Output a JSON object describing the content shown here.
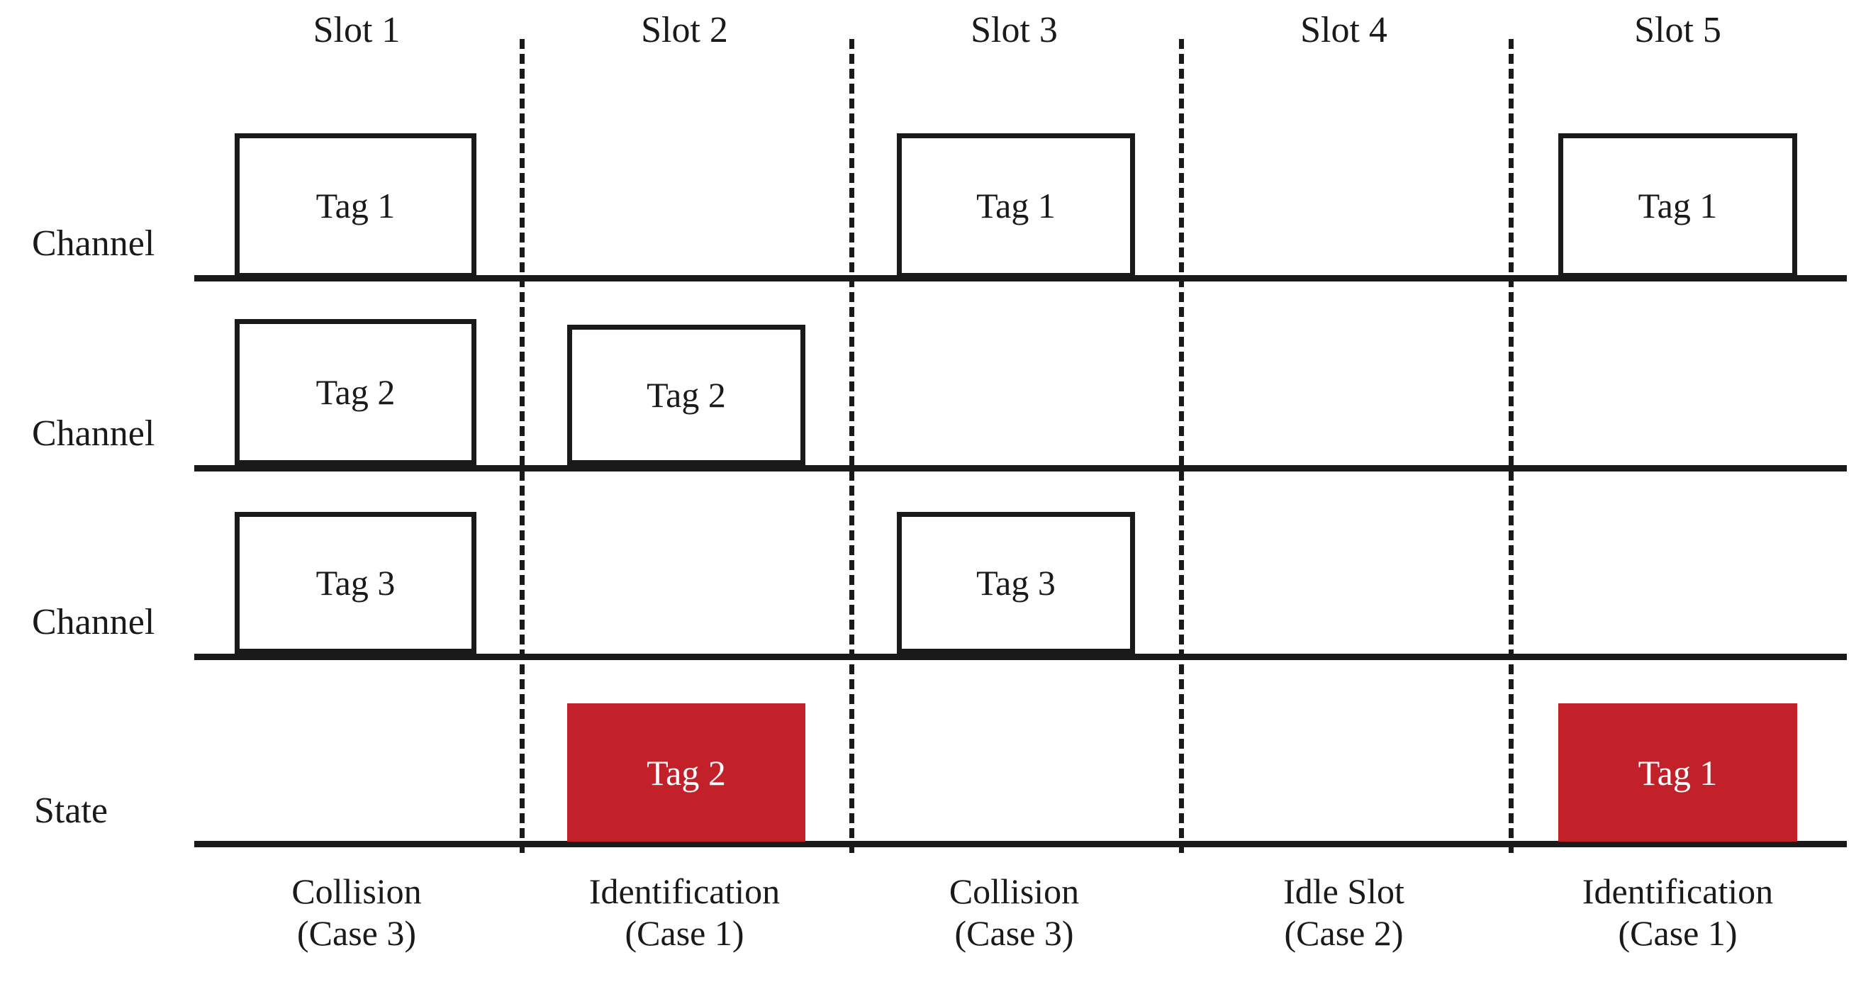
{
  "figure": {
    "type": "timing-diagram",
    "title": "",
    "accent_color": "#C2212A",
    "line_color": "#1A1A1A",
    "background": "#FFFFFF"
  },
  "slots": [
    {
      "header": "Slot 1"
    },
    {
      "header": "Slot 2"
    },
    {
      "header": "Slot 3"
    },
    {
      "header": "Slot 4"
    },
    {
      "header": "Slot 5"
    }
  ],
  "rows": [
    {
      "label": "Channel"
    },
    {
      "label": "Channel"
    },
    {
      "label": "Channel"
    },
    {
      "label": "State"
    }
  ],
  "pulses": {
    "ch1_slot1": "Tag 1",
    "ch1_slot3": "Tag 1",
    "ch1_slot5": "Tag 1",
    "ch2_slot1": "Tag 2",
    "ch2_slot2": "Tag 2",
    "ch3_slot1": "Tag 3",
    "ch3_slot3": "Tag 3",
    "state_slot2": "Tag 2",
    "state_slot5": "Tag 1"
  },
  "captions": [
    {
      "main": "Collision",
      "sub": "(Case 3)"
    },
    {
      "main": "Identification",
      "sub": "(Case 1)"
    },
    {
      "main": "Collision",
      "sub": "(Case 3)"
    },
    {
      "main": "Idle Slot",
      "sub": "(Case 2)"
    },
    {
      "main": "Identification",
      "sub": "(Case 1)"
    }
  ],
  "chart_data": {
    "type": "timing-diagram",
    "title": "",
    "xlabel": "",
    "ylabel": "",
    "categories": [
      "Slot 1",
      "Slot 2",
      "Slot 3",
      "Slot 4",
      "Slot 5"
    ],
    "series": [
      {
        "name": "Channel",
        "values": [
          "Tag 1",
          "",
          "Tag 1",
          "",
          "Tag 1"
        ]
      },
      {
        "name": "Channel",
        "values": [
          "Tag 2",
          "Tag 2",
          "",
          "",
          ""
        ]
      },
      {
        "name": "Channel",
        "values": [
          "Tag 3",
          "",
          "Tag 3",
          "",
          ""
        ]
      },
      {
        "name": "State",
        "values": [
          "",
          "Tag 2",
          "",
          "",
          "Tag 1"
        ]
      }
    ],
    "slot_outcomes": [
      "Collision (Case 3)",
      "Identification (Case 1)",
      "Collision (Case 3)",
      "Idle Slot (Case 2)",
      "Identification (Case 1)"
    ],
    "grid": false,
    "legend": "none"
  }
}
